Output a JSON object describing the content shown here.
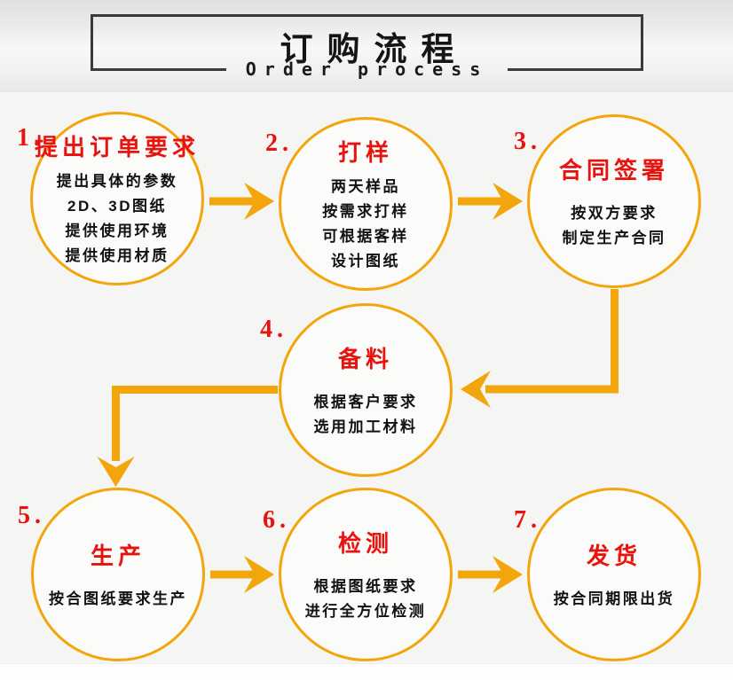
{
  "header": {
    "title": "订购流程",
    "subtitle": "Order process"
  },
  "steps": [
    {
      "number": "1.",
      "title": "提出订单要求",
      "lines": [
        "提出具体的参数",
        "2D、3D图纸",
        "提供使用环境",
        "提供使用材质"
      ]
    },
    {
      "number": "2.",
      "title": "打样",
      "lines": [
        "两天样品",
        "按需求打样",
        "可根据客样",
        "设计图纸"
      ]
    },
    {
      "number": "3.",
      "title": "合同签署",
      "lines": [
        "按双方要求",
        "制定生产合同"
      ]
    },
    {
      "number": "4.",
      "title": "备料",
      "lines": [
        "根据客户要求",
        "选用加工材料"
      ]
    },
    {
      "number": "5.",
      "title": "生产",
      "lines": [
        "按合图纸要求生产"
      ]
    },
    {
      "number": "6.",
      "title": "检测",
      "lines": [
        "根据图纸要求",
        "进行全方位检测"
      ]
    },
    {
      "number": "7.",
      "title": "发货",
      "lines": [
        "按合同期限出货"
      ]
    }
  ],
  "flow": {
    "sequence": "1 → 2 → 3 → 4 → 5 → 6 → 7"
  },
  "colors": {
    "accent_orange": "#f3a60b",
    "accent_red": "#e8120e",
    "text_black": "#111111",
    "border_dark": "#3a3a3a"
  }
}
